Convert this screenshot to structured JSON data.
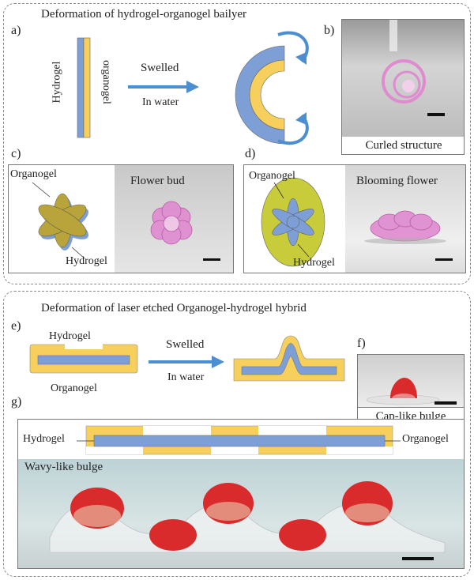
{
  "top": {
    "title": "Deformation of hydrogel-organogel bailyer",
    "panels": {
      "a": "a)",
      "b": "b)",
      "c": "c)",
      "d": "d)"
    },
    "a": {
      "hydrogel": "Hydrogel",
      "organogel": "organogel",
      "arrow_top": "Swelled",
      "arrow_bottom": "In water"
    },
    "b": {
      "caption": "Curled structure"
    },
    "c": {
      "organogel": "Organogel",
      "hydrogel": "Hydrogel",
      "photo_label": "Flower bud"
    },
    "d": {
      "organogel": "Organogel",
      "hydrogel": "Hydrogel",
      "photo_label": "Blooming flower"
    }
  },
  "bottom": {
    "title": "Deformation of laser etched Organogel-hydrogel hybrid",
    "panels": {
      "e": "e)",
      "f": "f)",
      "g": "g)"
    },
    "e": {
      "hydrogel": "Hydrogel",
      "organogel": "Organogel",
      "arrow_top": "Swelled",
      "arrow_bottom": "In water"
    },
    "f": {
      "caption": "Cap-like bulge"
    },
    "g": {
      "hydrogel": "Hydrogel",
      "organogel": "Organogel",
      "caption": "Wavy-like bulge"
    }
  },
  "colors": {
    "hydrogel": "#7e9fd6",
    "organogel": "#f7cf5c",
    "flower_bg": "#c9cc3a",
    "red_gel": "#d92b2b",
    "pink_gel": "#e08ad0",
    "arrow": "#4b8fd0"
  }
}
